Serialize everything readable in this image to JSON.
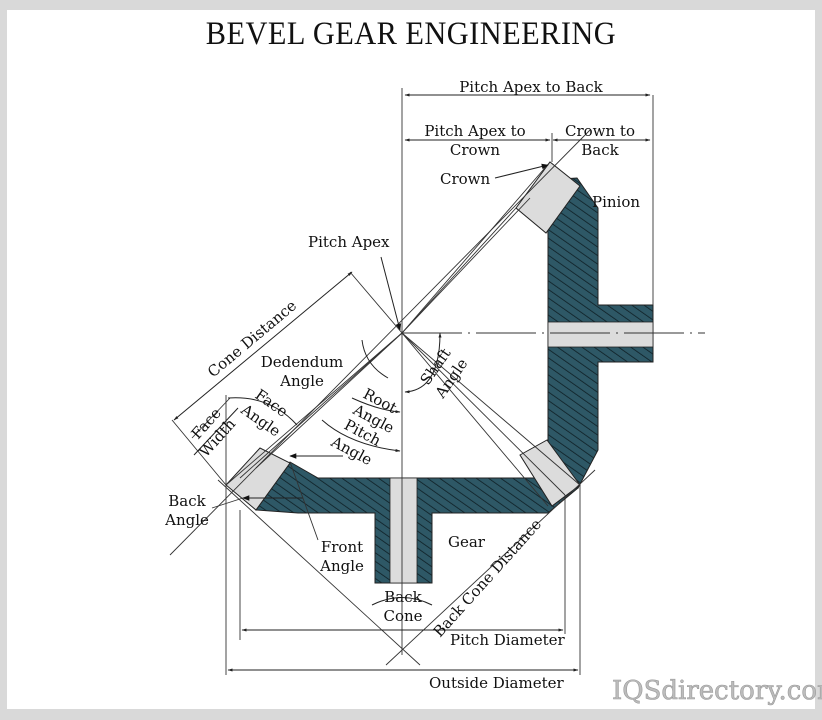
{
  "title": "BEVEL GEAR ENGINEERING",
  "colors": {
    "gear_fill": "#2e5866",
    "hatch": "#0e1e24",
    "tooth_fill": "#dcdcdc",
    "frame": "#d9d9d9"
  },
  "labels": {
    "pitch_apex_to_back": "Pitch Apex to Back",
    "pitch_apex_to_crown_1": "Pitch Apex to",
    "pitch_apex_to_crown_2": "Crown",
    "crown_to_back_1": "Crown to",
    "crown_to_back_2": "Back",
    "crown": "Crown",
    "pinion": "Pinion",
    "pitch_apex": "Pitch Apex",
    "cone_distance": "Cone Distance",
    "dedendum_angle_1": "Dedendum",
    "dedendum_angle_2": "Angle",
    "face_angle_1": "Face",
    "face_angle_2": "Angle",
    "face_width_1": "Face",
    "face_width_2": "Width",
    "root_angle_1": "Root",
    "root_angle_2": "Angle",
    "pitch_angle_1": "Pitch",
    "pitch_angle_2": "Angle",
    "shaft_angle_1": "Shaft",
    "shaft_angle_2": "Angle",
    "back_angle_1": "Back",
    "back_angle_2": "Angle",
    "front_angle_1": "Front",
    "front_angle_2": "Angle",
    "gear": "Gear",
    "back_cone_1": "Back",
    "back_cone_2": "Cone",
    "back_cone_distance": "Back Cone Distance",
    "pitch_diameter": "Pitch Diameter",
    "outside_diameter": "Outside Diameter"
  },
  "watermark": "IQSdirectory.com"
}
